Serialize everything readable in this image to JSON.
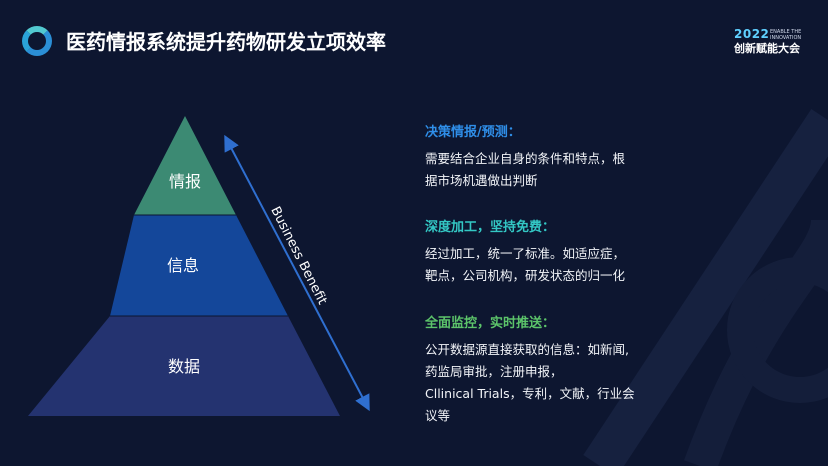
{
  "slide": {
    "title": "医药情报系统提升药物研发立项效率"
  },
  "brand": {
    "year": "2022",
    "tagline": "ENABLE THE INNOVATION",
    "name": "创新赋能大会"
  },
  "pyramid": {
    "levels": [
      {
        "label": "情报",
        "color": "#3c8a73"
      },
      {
        "label": "信息",
        "color": "#14479a"
      },
      {
        "label": "数据",
        "color": "#243370"
      }
    ],
    "benefit_label": "Business Benefit"
  },
  "sections": [
    {
      "heading": "决策情报/预测：",
      "heading_color": "#2f8ee8",
      "lines": [
        "需要结合企业自身的条件和特点，根",
        "据市场机遇做出判断"
      ]
    },
    {
      "heading": "深度加工，坚持免费：",
      "heading_color": "#33c7c4",
      "lines": [
        "经过加工，统一了标准。如适应症，",
        "靶点，公司机构，研发状态的归一化"
      ]
    },
    {
      "heading": "全面监控，实时推送：",
      "heading_color": "#5cc46a",
      "lines": [
        "公开数据源直接获取的信息：如新闻,",
        "药监局审批，注册申报，",
        "Cllinical Trials，专利，文献，行业会",
        "议等"
      ]
    }
  ],
  "colors": {
    "background": "#0d1630",
    "arrow": "#2f6fd0"
  }
}
